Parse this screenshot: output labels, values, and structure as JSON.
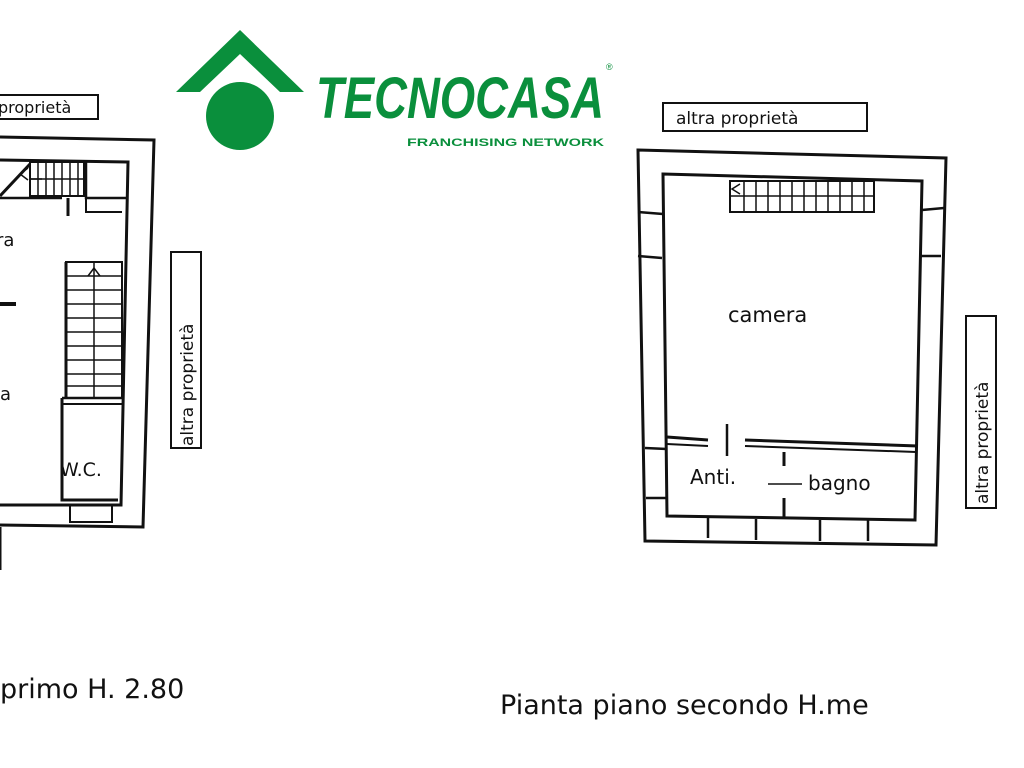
{
  "logo": {
    "name": "TECNOCASA",
    "tagline": "FRANCHISING NETWORK",
    "reg": "®",
    "color": "#0a8f3c"
  },
  "left_plan": {
    "label_top": "proprietà",
    "label_side": "altra proprietà",
    "room_a": "ra",
    "room_b": "a",
    "wc": "W.C.",
    "caption": "primo H. 2.80"
  },
  "right_plan": {
    "label_top": "altra proprietà",
    "label_side": "altra proprietà",
    "camera": "camera",
    "anti": "Anti.",
    "bagno": "bagno",
    "caption": "Pianta piano secondo H.me"
  }
}
